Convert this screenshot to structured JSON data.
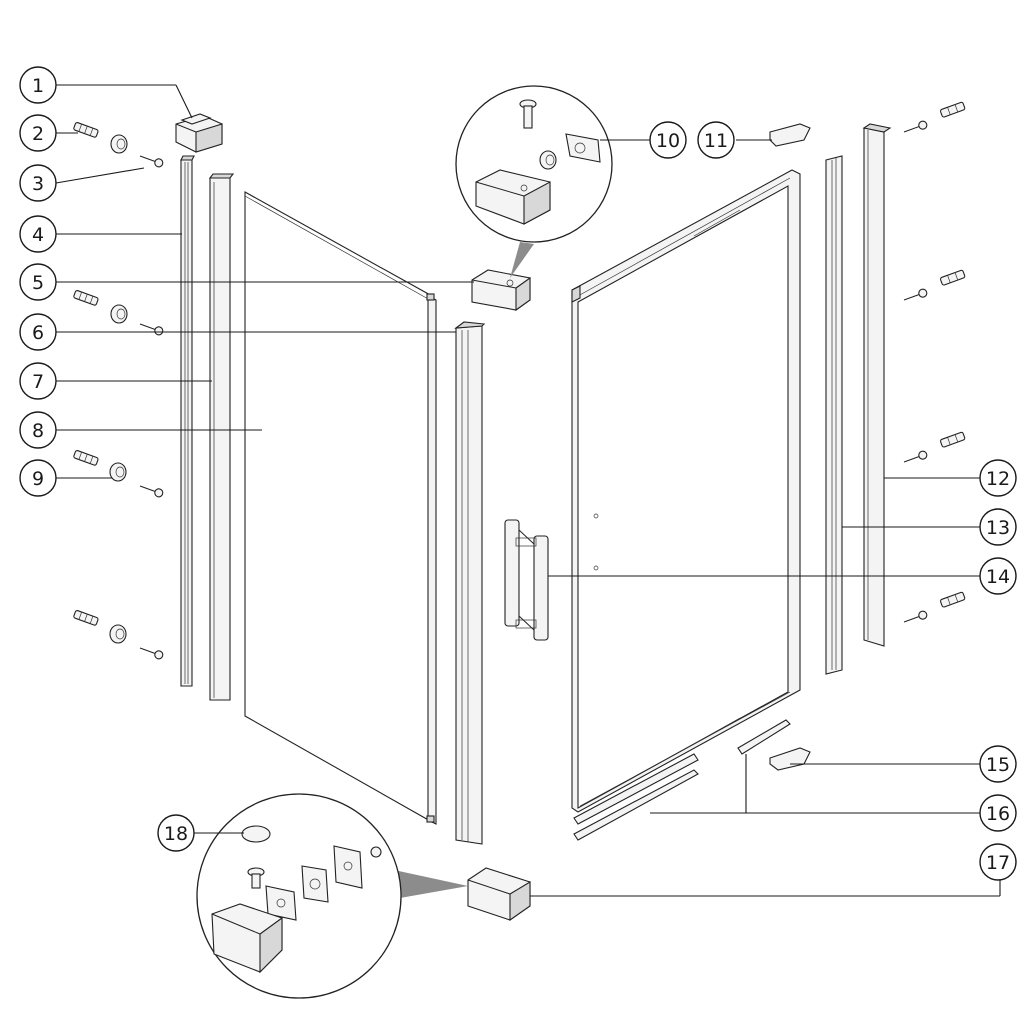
{
  "callouts": [
    {
      "id": "1",
      "label": "1"
    },
    {
      "id": "2",
      "label": "2"
    },
    {
      "id": "3",
      "label": "3"
    },
    {
      "id": "4",
      "label": "4"
    },
    {
      "id": "5",
      "label": "5"
    },
    {
      "id": "6",
      "label": "6"
    },
    {
      "id": "7",
      "label": "7"
    },
    {
      "id": "8",
      "label": "8"
    },
    {
      "id": "9",
      "label": "9"
    },
    {
      "id": "10",
      "label": "10"
    },
    {
      "id": "11",
      "label": "11"
    },
    {
      "id": "12",
      "label": "12"
    },
    {
      "id": "13",
      "label": "13"
    },
    {
      "id": "14",
      "label": "14"
    },
    {
      "id": "15",
      "label": "15"
    },
    {
      "id": "16",
      "label": "16"
    },
    {
      "id": "17",
      "label": "17"
    },
    {
      "id": "18",
      "label": "18"
    }
  ],
  "colors": {
    "ink": "#1a1a1a",
    "shade": "#8c8c8c",
    "background": "#ffffff"
  }
}
